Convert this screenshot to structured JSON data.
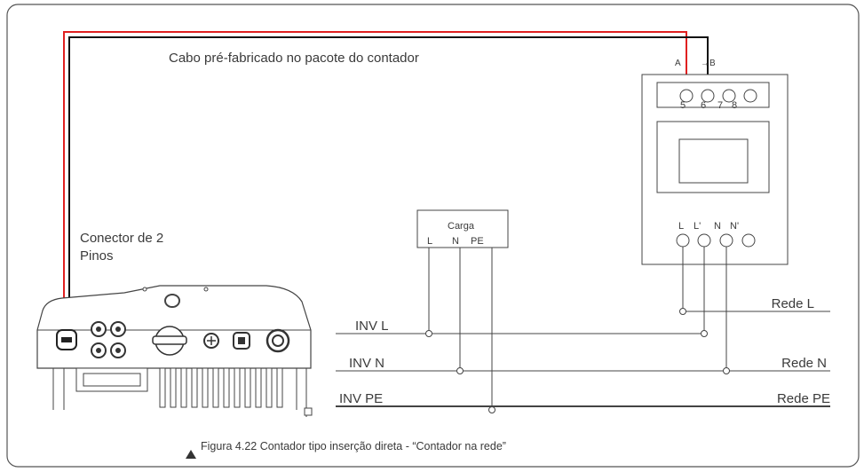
{
  "cable_caption": "Cabo pré-fabricado no pacote do contador",
  "connector_label": [
    "Conector de 2",
    "Pinos"
  ],
  "meter": {
    "label_a": "A",
    "label_b": "B",
    "top_terminals": [
      "5",
      "6",
      "7",
      "8"
    ],
    "bottom_terminals": [
      "L",
      "L'",
      "N",
      "N'"
    ]
  },
  "load": {
    "title": "Carga",
    "terminals": [
      "L",
      "N",
      "PE"
    ]
  },
  "inverter_lines": {
    "l": "INV L",
    "n": "INV N",
    "pe": "INV PE"
  },
  "grid_lines": {
    "l": "Rede L",
    "n": "Rede N",
    "pe": "Rede PE"
  },
  "figure_caption": "Figura 4.22 Contador tipo inserção direta - “Contador na rede”",
  "colors": {
    "cable_a": "#e02020",
    "cable_b": "#111111",
    "line": "#444444",
    "frame": "#555555"
  }
}
